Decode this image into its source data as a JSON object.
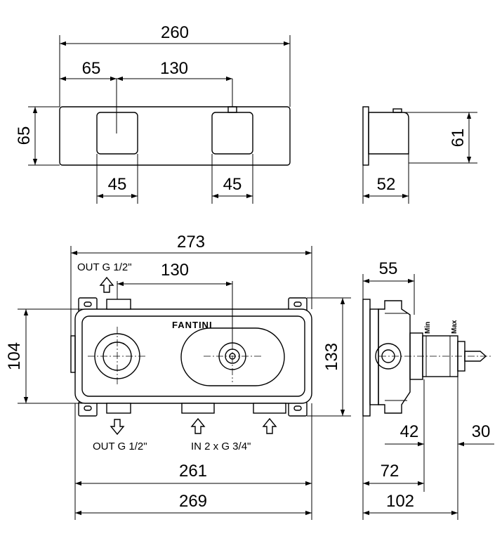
{
  "top_view": {
    "dim_total_width": "260",
    "dim_left_offset": "65",
    "dim_center_spacing": "130",
    "dim_height": "65",
    "dim_left_knob": "45",
    "dim_right_knob": "45"
  },
  "top_side_view": {
    "dim_height": "61",
    "dim_depth": "52"
  },
  "front_view": {
    "dim_total_width": "273",
    "dim_center_spacing": "130",
    "dim_height_inner": "104",
    "dim_height_total": "133",
    "dim_width_261": "261",
    "dim_width_269": "269",
    "label_out_top": "OUT G 1/2\"",
    "label_out_bottom": "OUT G 1/2\"",
    "label_in": "IN 2 x G 3/4\"",
    "brand": "FANTINI"
  },
  "bottom_side_view": {
    "dim_depth_55": "55",
    "dim_42": "42",
    "dim_30": "30",
    "dim_72": "72",
    "dim_102": "102",
    "label_min": "Min",
    "label_max": "Max"
  }
}
